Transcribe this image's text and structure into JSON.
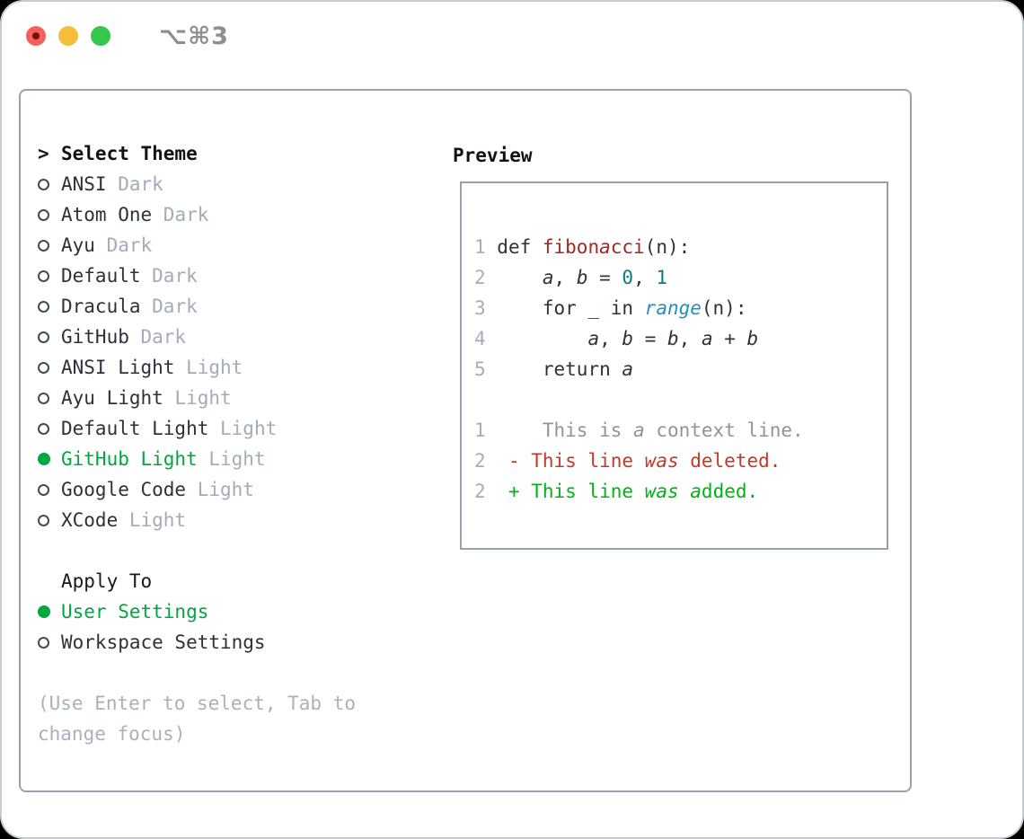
{
  "window": {
    "shortcut_label": "⌥⌘3"
  },
  "traffic_lights": {
    "red": "#f4615a",
    "red_dot": "#771008",
    "yellow": "#f6bd3b",
    "green": "#34c74b"
  },
  "theme_panel": {
    "header": {
      "marker": ">",
      "label": "Select Theme"
    },
    "items": [
      {
        "name": "ANSI",
        "tag": "Dark",
        "selected": false
      },
      {
        "name": "Atom One",
        "tag": "Dark",
        "selected": false
      },
      {
        "name": "Ayu",
        "tag": "Dark",
        "selected": false
      },
      {
        "name": "Default",
        "tag": "Dark",
        "selected": false
      },
      {
        "name": "Dracula",
        "tag": "Dark",
        "selected": false
      },
      {
        "name": "GitHub",
        "tag": "Dark",
        "selected": false
      },
      {
        "name": "ANSI Light",
        "tag": "Light",
        "selected": false
      },
      {
        "name": "Ayu Light",
        "tag": "Light",
        "selected": false
      },
      {
        "name": "Default Light",
        "tag": "Light",
        "selected": false
      },
      {
        "name": "GitHub Light",
        "tag": "Light",
        "selected": true
      },
      {
        "name": "Google Code",
        "tag": "Light",
        "selected": false
      },
      {
        "name": "XCode",
        "tag": "Light",
        "selected": false
      }
    ],
    "apply_to": {
      "label": "Apply To",
      "items": [
        {
          "name": "User Settings",
          "selected": true
        },
        {
          "name": "Workspace Settings",
          "selected": false
        }
      ]
    },
    "help_lines": [
      "(Use Enter to select, Tab to",
      "change focus)"
    ],
    "selection_color": "#00a63f",
    "text_color": "#2b3239",
    "tag_color": "#a3acb8",
    "help_color": "#a9b1bc",
    "border_color": "#98a2ad"
  },
  "preview": {
    "title": "Preview",
    "colors": {
      "default": "#2d333b",
      "function": "#a5271d",
      "number": "#0c7a82",
      "builtin": "#2090c8",
      "gutter": "#a6aeb9",
      "context": "#8e949b",
      "deleted": "#c43a28",
      "added": "#00b414"
    },
    "lines": [
      {
        "num": "1",
        "tokens": [
          {
            "t": " def ",
            "c": "default"
          },
          {
            "t": "fibon",
            "c": "function"
          },
          {
            "t": "a",
            "c": "function",
            "i": true
          },
          {
            "t": "cci",
            "c": "function"
          },
          {
            "t": "(n):",
            "c": "default"
          }
        ]
      },
      {
        "num": "2",
        "tokens": [
          {
            "t": "     ",
            "c": "default"
          },
          {
            "t": "a",
            "c": "default",
            "i": true
          },
          {
            "t": ", ",
            "c": "default"
          },
          {
            "t": "b",
            "c": "default",
            "i": true
          },
          {
            "t": " = ",
            "c": "default"
          },
          {
            "t": "0",
            "c": "number"
          },
          {
            "t": ", ",
            "c": "default"
          },
          {
            "t": "1",
            "c": "number"
          }
        ]
      },
      {
        "num": "3",
        "tokens": [
          {
            "t": "     for _ in ",
            "c": "default"
          },
          {
            "t": "range",
            "c": "builtin",
            "i": true
          },
          {
            "t": "(n):",
            "c": "default"
          }
        ]
      },
      {
        "num": "4",
        "tokens": [
          {
            "t": "         ",
            "c": "default"
          },
          {
            "t": "a",
            "c": "default",
            "i": true
          },
          {
            "t": ", ",
            "c": "default"
          },
          {
            "t": "b",
            "c": "default",
            "i": true
          },
          {
            "t": " = ",
            "c": "default"
          },
          {
            "t": "b",
            "c": "default",
            "i": true
          },
          {
            "t": ", ",
            "c": "default"
          },
          {
            "t": "a",
            "c": "default",
            "i": true
          },
          {
            "t": " + ",
            "c": "default"
          },
          {
            "t": "b",
            "c": "default",
            "i": true
          }
        ]
      },
      {
        "num": "5",
        "tokens": [
          {
            "t": "     return ",
            "c": "default"
          },
          {
            "t": "a",
            "c": "default",
            "i": true
          }
        ]
      },
      {
        "num": "",
        "tokens": []
      },
      {
        "num": "1",
        "tokens": [
          {
            "t": "     This is ",
            "c": "context"
          },
          {
            "t": "a",
            "c": "context",
            "i": true
          },
          {
            "t": " context line.",
            "c": "context"
          }
        ]
      },
      {
        "num": "2",
        "tokens": [
          {
            "t": "  - This line ",
            "c": "deleted"
          },
          {
            "t": "was",
            "c": "deleted",
            "i": true
          },
          {
            "t": " deleted.",
            "c": "deleted"
          }
        ]
      },
      {
        "num": "2",
        "tokens": [
          {
            "t": "  + This line ",
            "c": "added"
          },
          {
            "t": "was",
            "c": "added",
            "i": true
          },
          {
            "t": " ",
            "c": "added"
          },
          {
            "t": "a",
            "c": "added",
            "i": true
          },
          {
            "t": "dded.",
            "c": "added"
          }
        ]
      }
    ]
  }
}
